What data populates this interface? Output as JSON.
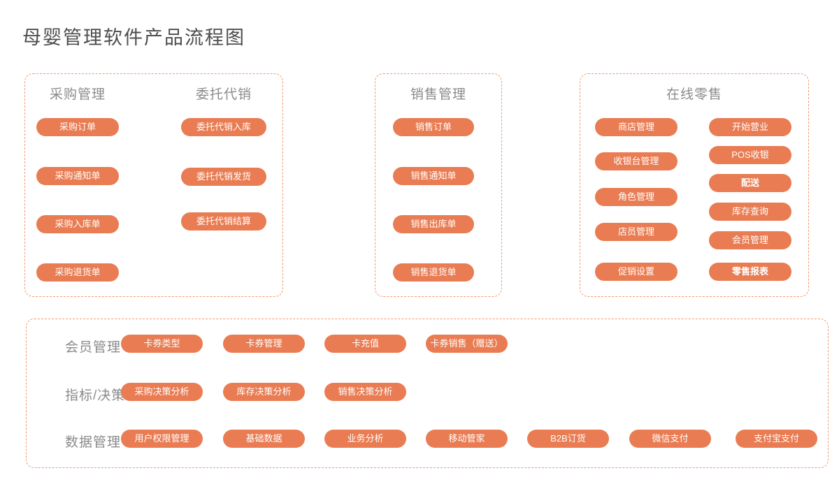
{
  "title": "母婴管理软件产品流程图",
  "colors": {
    "pill_fill": "#e97c52",
    "dashed_border": "#f09b72",
    "title_text": "#4d4d4d",
    "header_text": "#8b8b8b",
    "pill_text": "#ffffff"
  },
  "purchase": {
    "col1": {
      "header": "采购管理",
      "items": [
        "采购订单",
        "采购通知单",
        "采购入库单",
        "采购退货单"
      ]
    },
    "col2": {
      "header": "委托代销",
      "items": [
        "委托代销入库",
        "委托代销发货",
        "委托代销结算"
      ]
    }
  },
  "sales": {
    "header": "销售管理",
    "items": [
      "销售订单",
      "销售通知单",
      "销售出库单",
      "销售退货单"
    ]
  },
  "retail": {
    "header": "在线零售",
    "left": [
      "商店管理",
      "收银台管理",
      "角色管理",
      "店员管理",
      "促销设置"
    ],
    "right": [
      "开始营业",
      "POS收银",
      "配送",
      "库存查询",
      "会员管理",
      "零售报表"
    ]
  },
  "bottom": {
    "rows": [
      {
        "label": "会员管理",
        "items": [
          "卡券类型",
          "卡券管理",
          "卡充值",
          "卡券销售（赠送）"
        ]
      },
      {
        "label": "指标/决策",
        "items": [
          "采购决策分析",
          "库存决策分析",
          "销售决策分析"
        ]
      },
      {
        "label": "数据管理",
        "items": [
          "用户权限管理",
          "基础数据",
          "业务分析",
          "移动管家",
          "B2B订货",
          "微信支付",
          "支付宝支付"
        ]
      }
    ]
  }
}
